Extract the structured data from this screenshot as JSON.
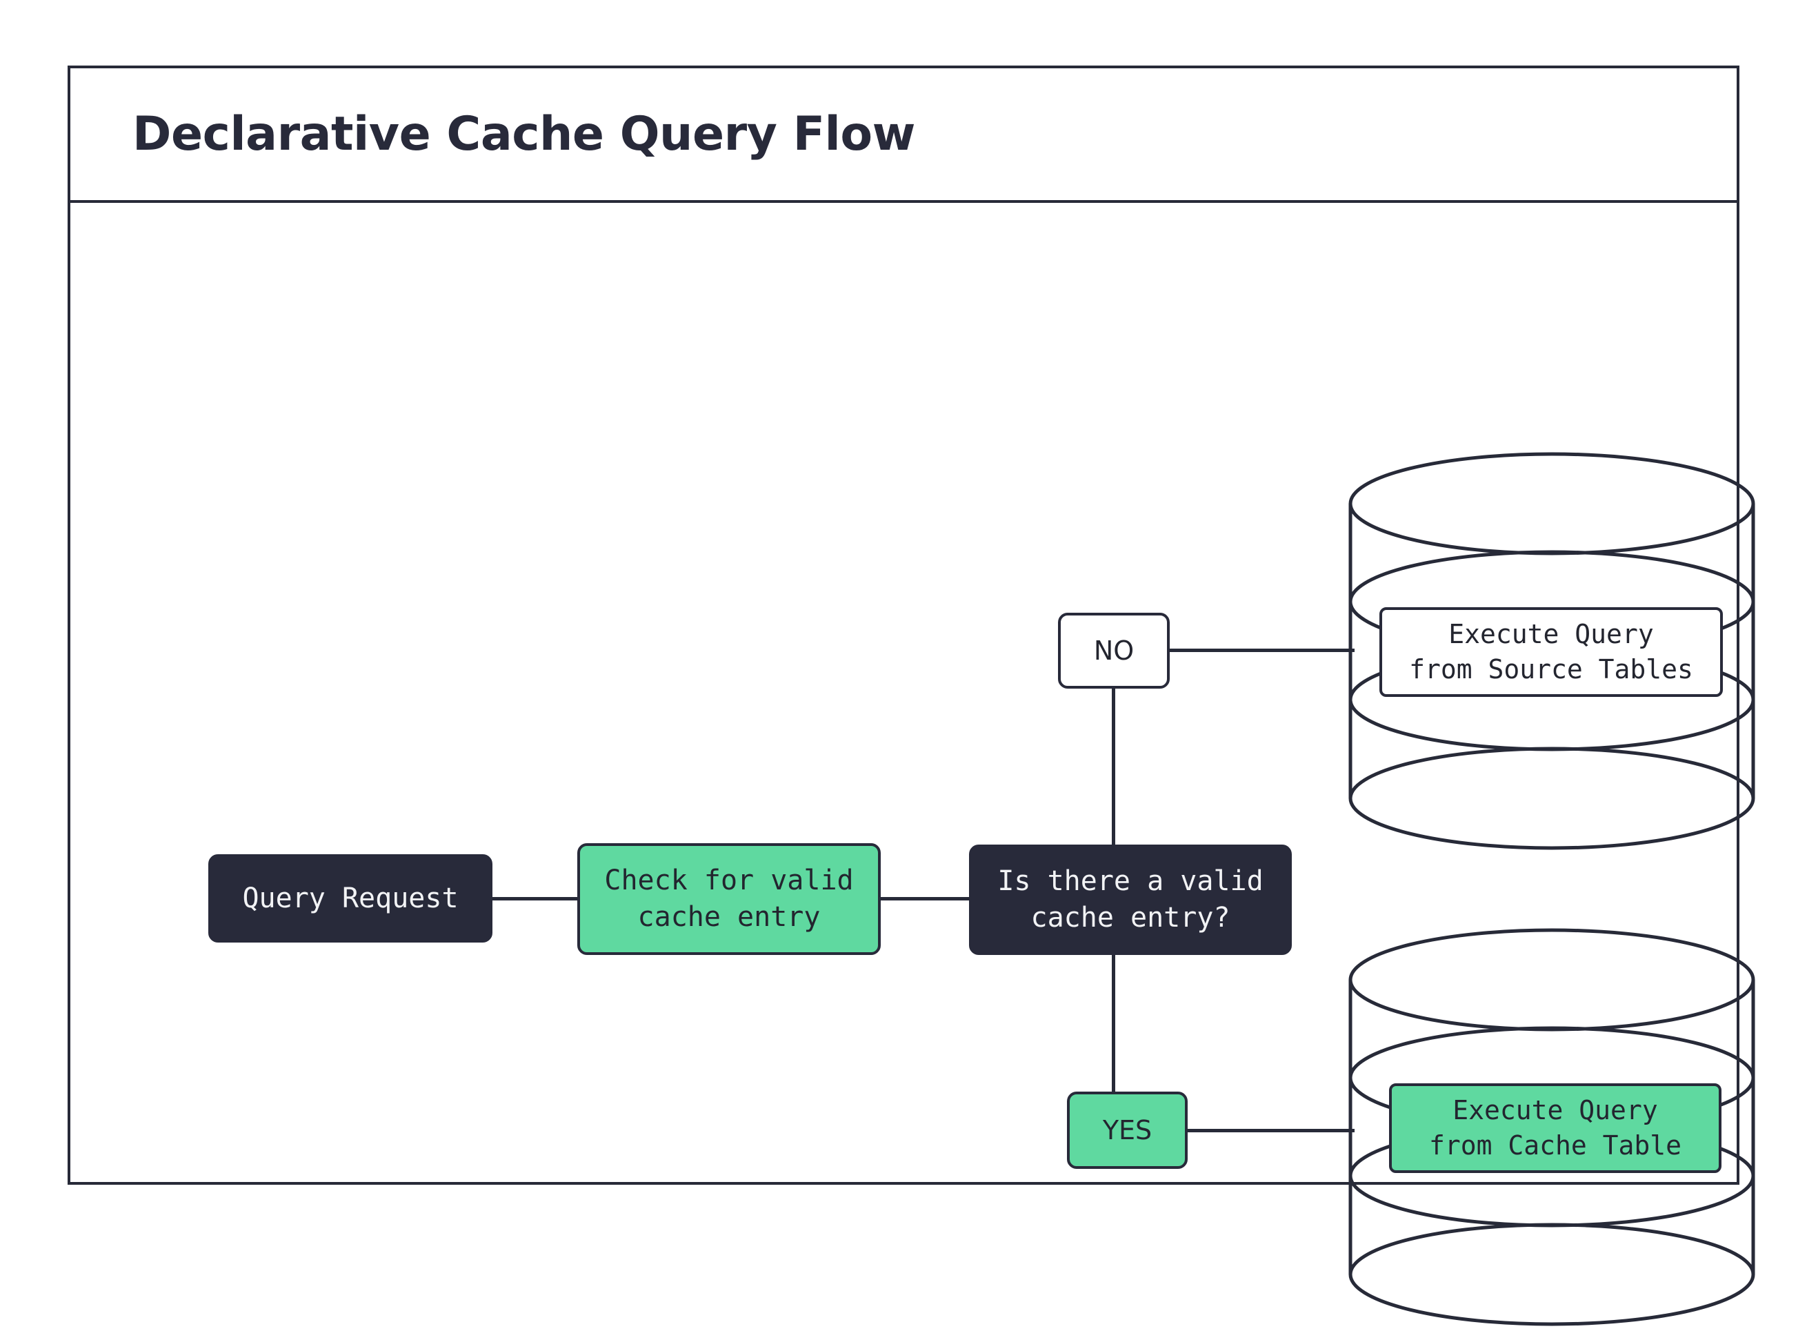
{
  "diagram": {
    "title": "Declarative Cache Query Flow",
    "colors": {
      "dark": "#282A3A",
      "green": "#5FD9A0",
      "white": "#FFFFFF",
      "stroke": "#272A38",
      "light_text": "#F2F3F5"
    },
    "nodes": [
      {
        "id": "query-request",
        "label": "Query Request",
        "shape": "rounded-rect",
        "fill": "dark"
      },
      {
        "id": "check-cache",
        "label": "Check for valid\ncache entry",
        "shape": "rounded-rect",
        "fill": "green"
      },
      {
        "id": "decision",
        "label": "Is there a valid\ncache entry?",
        "shape": "rounded-rect",
        "fill": "dark"
      },
      {
        "id": "source-db",
        "label": "Execute Query\nfrom Source Tables",
        "shape": "cylinder",
        "fill": "white"
      },
      {
        "id": "cache-db",
        "label": "Execute Query\nfrom Cache Table",
        "shape": "cylinder",
        "fill": "green"
      }
    ],
    "branch_labels": [
      {
        "id": "no",
        "label": "NO",
        "fill": "white",
        "target": "source-db"
      },
      {
        "id": "yes",
        "label": "YES",
        "fill": "green",
        "target": "cache-db"
      }
    ],
    "edges": [
      {
        "from": "query-request",
        "to": "check-cache"
      },
      {
        "from": "check-cache",
        "to": "decision"
      },
      {
        "from": "decision",
        "to": "no"
      },
      {
        "from": "no",
        "to": "source-db"
      },
      {
        "from": "decision",
        "to": "yes"
      },
      {
        "from": "yes",
        "to": "cache-db"
      }
    ]
  }
}
